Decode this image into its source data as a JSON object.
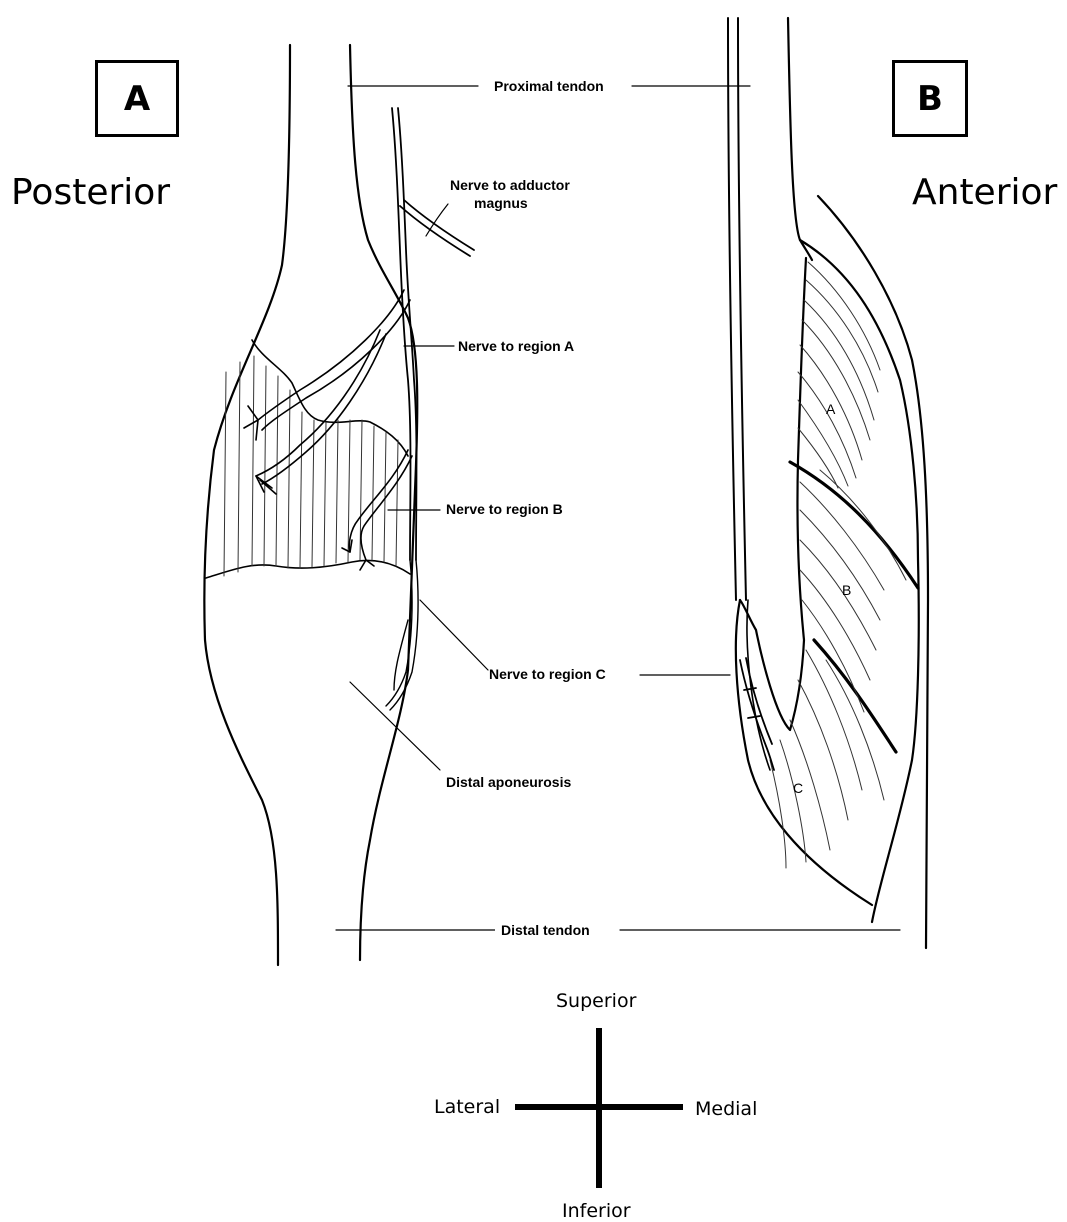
{
  "panels": {
    "a": {
      "letter": "A",
      "view": "Posterior"
    },
    "b": {
      "letter": "B",
      "view": "Anterior"
    }
  },
  "labels": {
    "proximal_tendon": "Proximal tendon",
    "nerve_adductor_line1": "Nerve to adductor",
    "nerve_adductor_line2": "magnus",
    "nerve_region_a": "Nerve to region A",
    "nerve_region_b": "Nerve to region B",
    "nerve_region_c": "Nerve to region C",
    "distal_aponeurosis": "Distal aponeurosis",
    "distal_tendon": "Distal tendon"
  },
  "regions": {
    "a": "A",
    "b": "B",
    "c": "C"
  },
  "orientation": {
    "superior": "Superior",
    "inferior": "Inferior",
    "lateral": "Lateral",
    "medial": "Medial"
  }
}
